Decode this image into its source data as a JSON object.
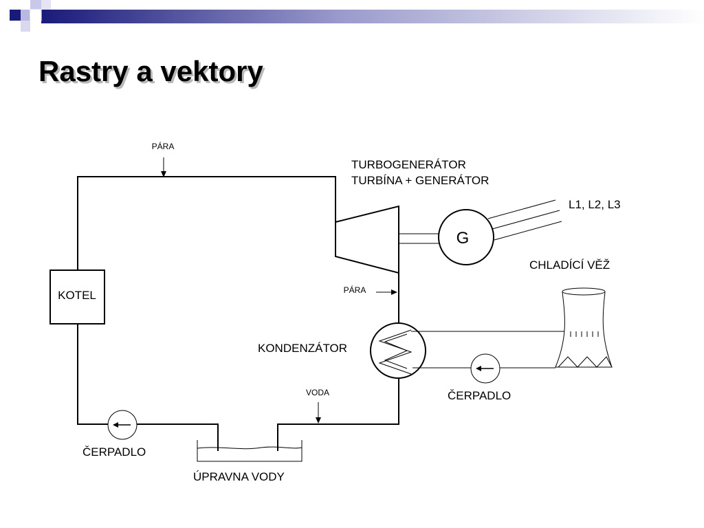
{
  "slide": {
    "title": "Rastry a vektory",
    "colors": {
      "accent_dark": "#1a1a7a",
      "accent_light": "#b8b8e0",
      "line": "#000000"
    }
  },
  "diagram": {
    "labels": {
      "steam_top": "PÁRA",
      "turbogenerator_line1": "TURBOGENERÁTOR",
      "turbogenerator_line2": "TURBÍNA + GENERÁTOR",
      "phases": "L1, L2, L3",
      "generator": "G",
      "cooling_tower": "CHLADÍCÍ VĚŽ",
      "boiler": "KOTEL",
      "steam_condenser": "PÁRA",
      "condenser": "KONDENZÁTOR",
      "water": "VODA",
      "pump_right": "ČERPADLO",
      "pump_left": "ČERPADLO",
      "water_treatment": "ÚPRAVNA VODY"
    }
  }
}
